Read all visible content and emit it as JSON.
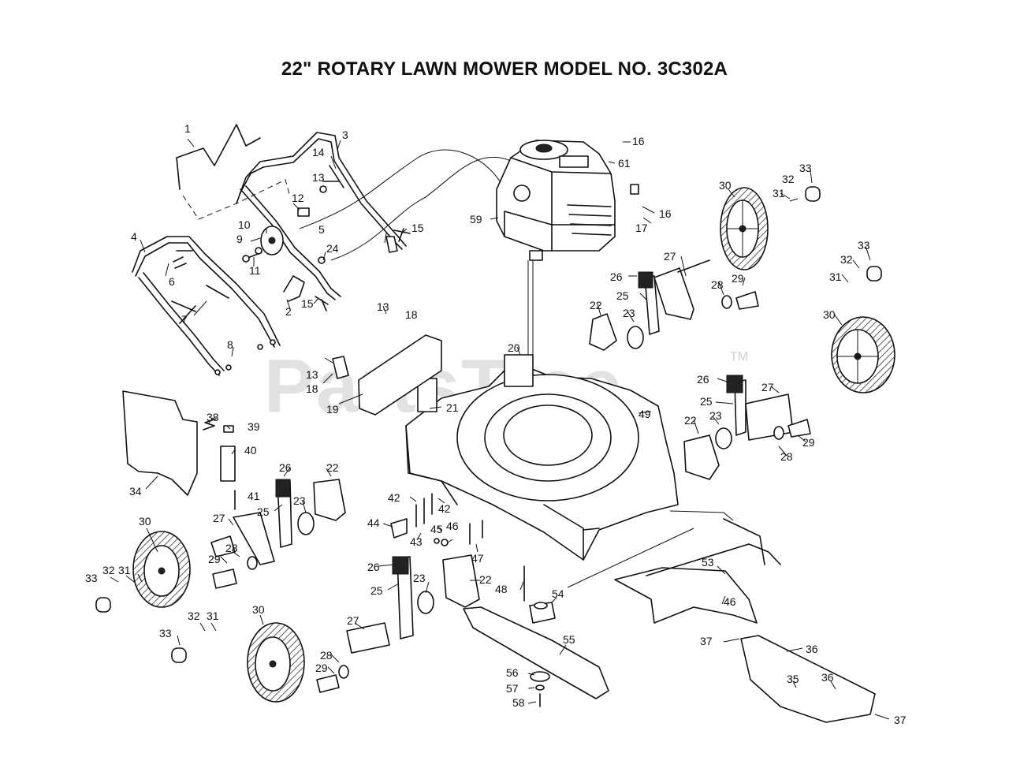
{
  "title": "22\" ROTARY LAWN MOWER MODEL NO.  3C302A",
  "watermark": "PartsTree",
  "watermark_mark": "TM",
  "callouts": [
    {
      "id": "c1",
      "text": "1"
    },
    {
      "id": "c2",
      "text": "2"
    },
    {
      "id": "c3",
      "text": "3"
    },
    {
      "id": "c4",
      "text": "4"
    },
    {
      "id": "c5",
      "text": "5"
    },
    {
      "id": "c6",
      "text": "6"
    },
    {
      "id": "c7",
      "text": "7"
    },
    {
      "id": "c8",
      "text": "8"
    },
    {
      "id": "c9",
      "text": "9"
    },
    {
      "id": "c10",
      "text": "10"
    },
    {
      "id": "c11",
      "text": "11"
    },
    {
      "id": "c12",
      "text": "12"
    },
    {
      "id": "c13a",
      "text": "13"
    },
    {
      "id": "c14",
      "text": "14"
    },
    {
      "id": "c15a",
      "text": "15"
    },
    {
      "id": "c15b",
      "text": "15"
    },
    {
      "id": "c24",
      "text": "24"
    },
    {
      "id": "c16a",
      "text": "16"
    },
    {
      "id": "c16b",
      "text": "16"
    },
    {
      "id": "c61",
      "text": "61"
    },
    {
      "id": "c59",
      "text": "59"
    },
    {
      "id": "c17",
      "text": "17"
    },
    {
      "id": "c33a",
      "text": "33"
    },
    {
      "id": "c32a",
      "text": "32"
    },
    {
      "id": "c31a",
      "text": "31"
    },
    {
      "id": "c30a",
      "text": "30"
    },
    {
      "id": "c27a",
      "text": "27"
    },
    {
      "id": "c26a",
      "text": "26"
    },
    {
      "id": "c25a",
      "text": "25"
    },
    {
      "id": "c28a",
      "text": "28"
    },
    {
      "id": "c29a",
      "text": "29"
    },
    {
      "id": "c22a",
      "text": "22"
    },
    {
      "id": "c23a",
      "text": "23"
    },
    {
      "id": "c33b",
      "text": "33"
    },
    {
      "id": "c32b",
      "text": "32"
    },
    {
      "id": "c31b",
      "text": "31"
    },
    {
      "id": "c30b",
      "text": "30"
    },
    {
      "id": "c13b",
      "text": "13"
    },
    {
      "id": "c18a",
      "text": "18"
    },
    {
      "id": "c20",
      "text": "20"
    },
    {
      "id": "c13c",
      "text": "13"
    },
    {
      "id": "c18b",
      "text": "18"
    },
    {
      "id": "c19",
      "text": "19"
    },
    {
      "id": "c21",
      "text": "21"
    },
    {
      "id": "c49",
      "text": "49"
    },
    {
      "id": "c26b",
      "text": "26"
    },
    {
      "id": "c27b",
      "text": "27"
    },
    {
      "id": "c25b",
      "text": "25"
    },
    {
      "id": "c22b",
      "text": "22"
    },
    {
      "id": "c23b",
      "text": "23"
    },
    {
      "id": "c29b",
      "text": "29"
    },
    {
      "id": "c28b",
      "text": "28"
    },
    {
      "id": "c38",
      "text": "38"
    },
    {
      "id": "c39",
      "text": "39"
    },
    {
      "id": "c40",
      "text": "40"
    },
    {
      "id": "c34",
      "text": "34"
    },
    {
      "id": "c41",
      "text": "41"
    },
    {
      "id": "c26c",
      "text": "26"
    },
    {
      "id": "c22c",
      "text": "22"
    },
    {
      "id": "c25c",
      "text": "25"
    },
    {
      "id": "c23c",
      "text": "23"
    },
    {
      "id": "c42a",
      "text": "42"
    },
    {
      "id": "c42b",
      "text": "42"
    },
    {
      "id": "c44",
      "text": "44"
    },
    {
      "id": "c43",
      "text": "43"
    },
    {
      "id": "c45",
      "text": "45"
    },
    {
      "id": "c46a",
      "text": "46"
    },
    {
      "id": "c47",
      "text": "47"
    },
    {
      "id": "c30c",
      "text": "30"
    },
    {
      "id": "c27c",
      "text": "27"
    },
    {
      "id": "c28c",
      "text": "28"
    },
    {
      "id": "c29c",
      "text": "29"
    },
    {
      "id": "c33c",
      "text": "33"
    },
    {
      "id": "c32c",
      "text": "32"
    },
    {
      "id": "c31c",
      "text": "31"
    },
    {
      "id": "c26d",
      "text": "26"
    },
    {
      "id": "c25d",
      "text": "25"
    },
    {
      "id": "c23d",
      "text": "23"
    },
    {
      "id": "c22d",
      "text": "22"
    },
    {
      "id": "c48",
      "text": "48"
    },
    {
      "id": "c54",
      "text": "54"
    },
    {
      "id": "c53",
      "text": "53"
    },
    {
      "id": "c46b",
      "text": "46"
    },
    {
      "id": "c32d",
      "text": "32"
    },
    {
      "id": "c31d",
      "text": "31"
    },
    {
      "id": "c30d",
      "text": "30"
    },
    {
      "id": "c33d",
      "text": "33"
    },
    {
      "id": "c27d",
      "text": "27"
    },
    {
      "id": "c28d",
      "text": "28"
    },
    {
      "id": "c29d",
      "text": "29"
    },
    {
      "id": "c55",
      "text": "55"
    },
    {
      "id": "c56",
      "text": "56"
    },
    {
      "id": "c57",
      "text": "57"
    },
    {
      "id": "c58",
      "text": "58"
    },
    {
      "id": "c37a",
      "text": "37"
    },
    {
      "id": "c36a",
      "text": "36"
    },
    {
      "id": "c35",
      "text": "35"
    },
    {
      "id": "c36b",
      "text": "36"
    },
    {
      "id": "c37b",
      "text": "37"
    }
  ]
}
